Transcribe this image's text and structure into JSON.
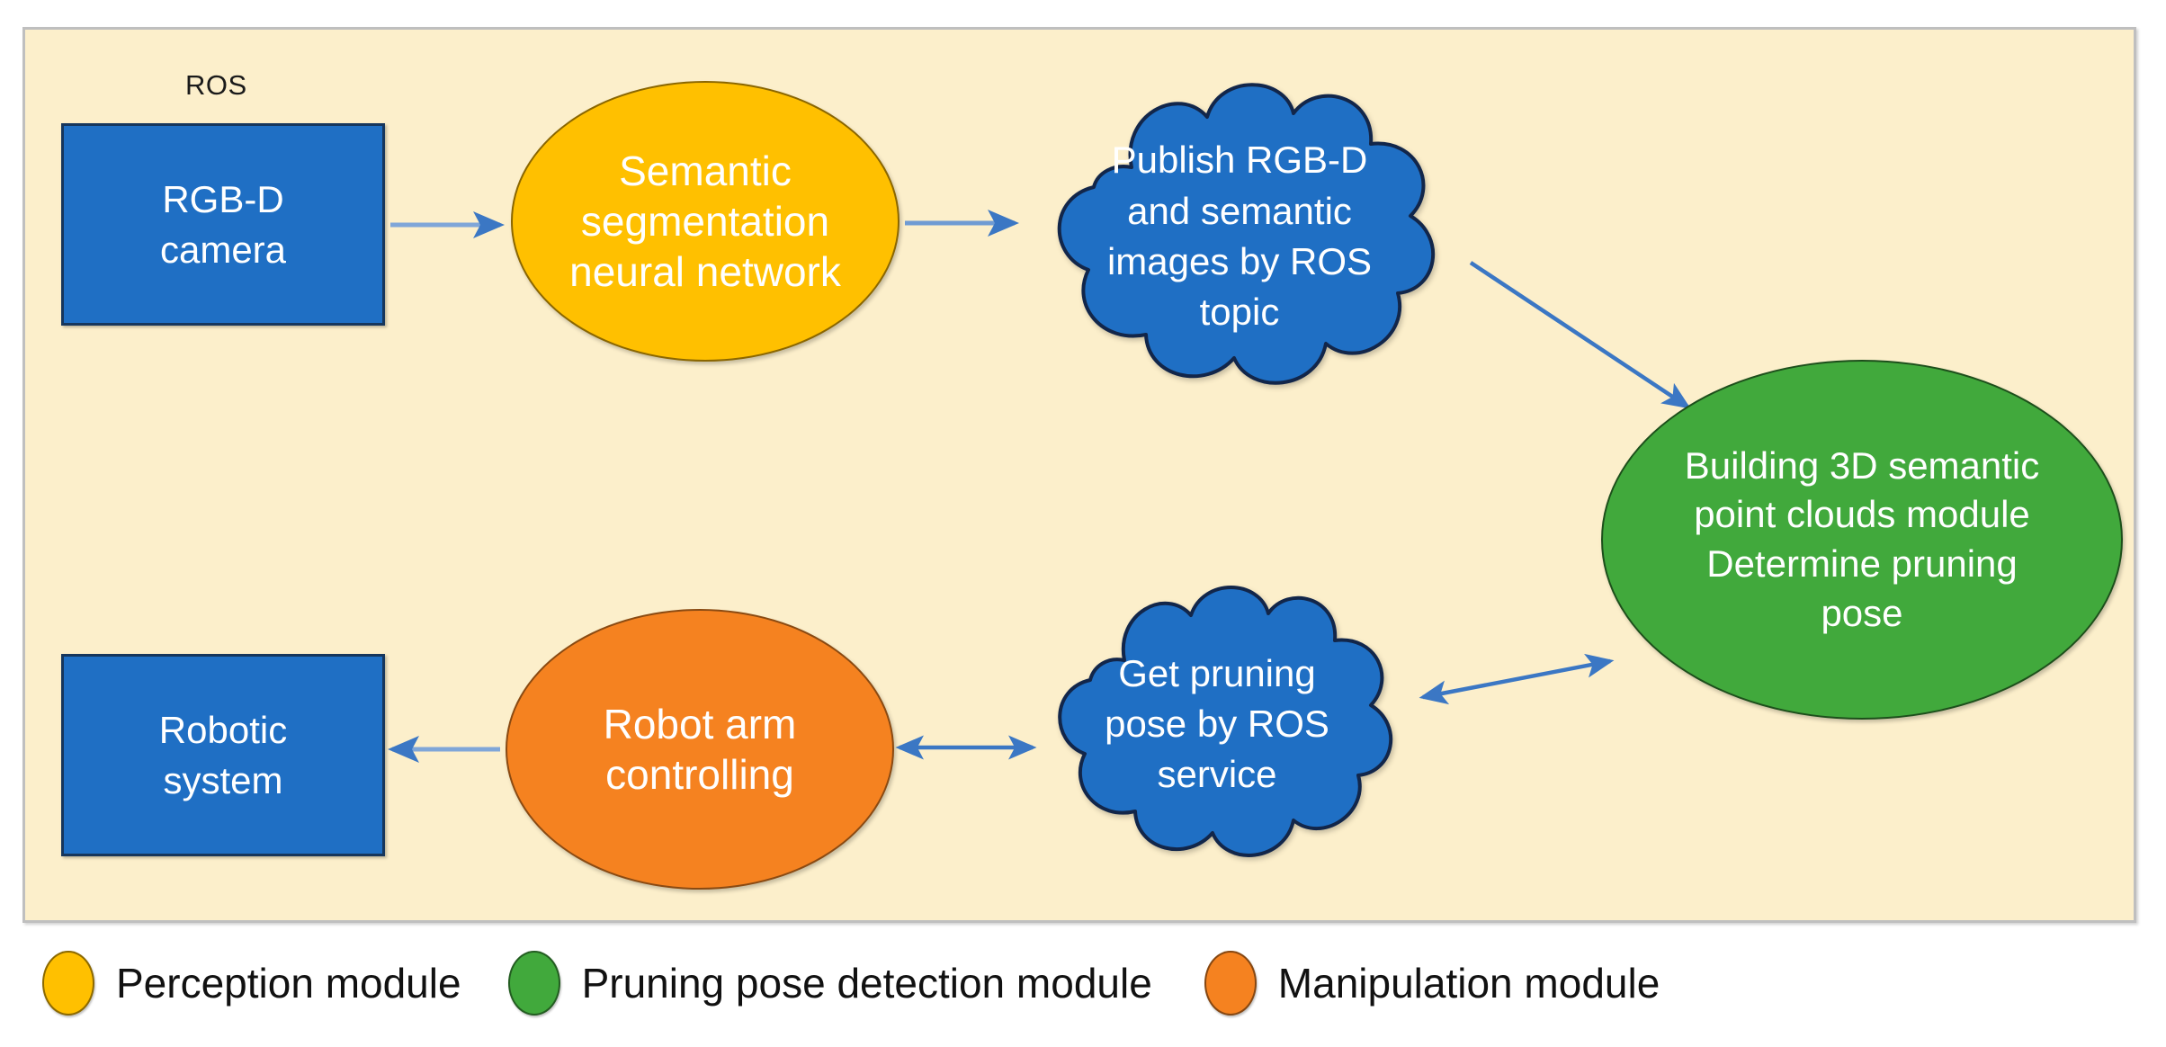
{
  "panel": {
    "container_label": "ROS",
    "background_color": "#FCEFCB"
  },
  "nodes": {
    "rgbd_camera": {
      "label": "RGB-D\ncamera",
      "shape": "rectangle",
      "color": "#1F6FC4"
    },
    "semantic_segmentation": {
      "label": "Semantic\nsegmentation\nneural network",
      "shape": "ellipse",
      "color": "#FFC000"
    },
    "publish_topic": {
      "label": "Publish RGB-D\nand semantic\nimages by ROS\ntopic",
      "shape": "cloud",
      "color": "#1F6FC4"
    },
    "building_3d": {
      "label": "Building 3D semantic\npoint clouds module\nDetermine pruning\npose",
      "shape": "ellipse",
      "color": "#41A93C"
    },
    "get_pruning_pose": {
      "label": "Get pruning\npose by ROS\nservice",
      "shape": "cloud",
      "color": "#1F6FC4"
    },
    "robot_arm_controlling": {
      "label": "Robot arm\ncontrolling",
      "shape": "ellipse",
      "color": "#F58220"
    },
    "robotic_system": {
      "label": "Robotic\nsystem",
      "shape": "rectangle",
      "color": "#1F6FC4"
    }
  },
  "edges": [
    {
      "from": "rgbd_camera",
      "to": "semantic_segmentation",
      "direction": "forward"
    },
    {
      "from": "semantic_segmentation",
      "to": "publish_topic",
      "direction": "forward"
    },
    {
      "from": "publish_topic",
      "to": "building_3d",
      "direction": "forward"
    },
    {
      "from": "building_3d",
      "to": "get_pruning_pose",
      "direction": "bidirectional"
    },
    {
      "from": "get_pruning_pose",
      "to": "robot_arm_controlling",
      "direction": "bidirectional"
    },
    {
      "from": "robot_arm_controlling",
      "to": "robotic_system",
      "direction": "forward"
    }
  ],
  "arrow_color": "#4A7EBB",
  "legend": {
    "items": [
      {
        "label": "Perception module",
        "color": "#FFC000"
      },
      {
        "label": "Pruning pose detection module",
        "color": "#41A93C"
      },
      {
        "label": "Manipulation module",
        "color": "#F58220"
      }
    ]
  }
}
